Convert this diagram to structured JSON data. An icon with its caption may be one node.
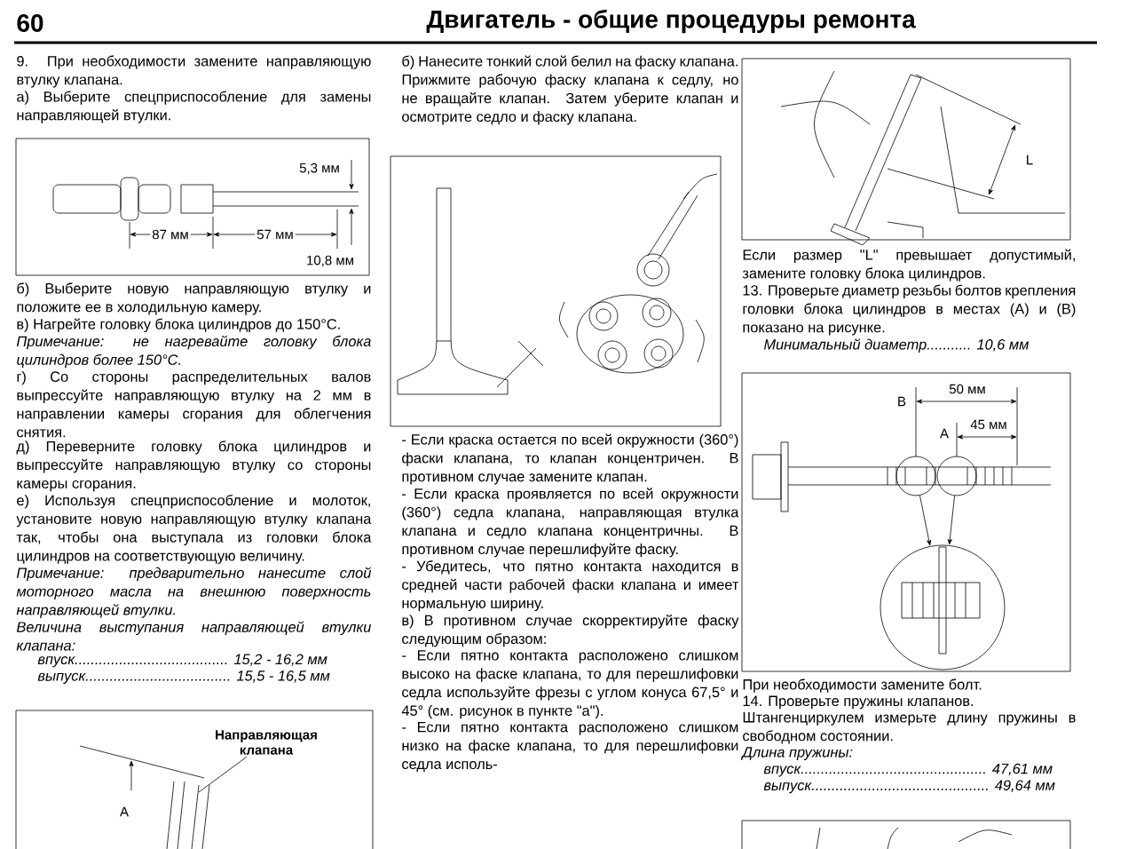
{
  "diagram": {
    "title": "Двигатель - общие процедуры ремонта",
    "nodes": [
      {
        "text": [
          "Направляющая клапана"
        ]
      },
      {
        "text": [],
        "shape": "circle"
      },
      {
        "text": [],
        "shape": "circle"
      },
      {
        "text": [],
        "shape": "circle"
      }
    ],
    "edges": [
      {
        "from": 0,
        "to": null,
        "arrow": "none"
      },
      {
        "from": 1,
        "to": 3,
        "arrow": "to"
      },
      {
        "from": 2,
        "to": 3,
        "arrow": "to"
      }
    ],
    "labels": [
      "60",
      "9. При необходимости замените направляющую втулку клапана.",
      "а) Выберите спецприспособление для замены направляющей втулки.",
      "5,3 мм",
      "87 мм",
      "57 мм",
      "10,8 мм",
      "б) Выберите новую направляющую втулку и положите ее в холодильную камеру.",
      "в) Нагрейте головку блока цилиндров до 150°C.",
      "Примечание: не нагревайте головку блока цилиндров более 150°C.",
      "г) Со стороны распределительных валов выпрессуйте направляющую втулку на 2 мм в направлении камеры сгорания для облегчения снятия.",
      "д) Переверните головку блока цилиндров и выпрессуйте направляющую втулку со стороны камеры сгорания.",
      "е) Используя спецприспособление и молоток, установите новую направляющую втулку клапана так, чтобы она выступала из головки блока цилиндров на соответствующую величину.",
      "Примечание: предварительно нанесите слой моторного масла на внешнюю поверхность направляющей втулки.",
      "Величина выступания направляющей втулки клапана:",
      "впуск...................................... 15,2 - 16,2 мм",
      "выпуск.................................... 15,5 - 16,5 мм",
      "A",
      "б) Нанесите тонкий слой белил на фаску клапана. Прижмите рабочую фаску клапана к седлу, но не вращайте клапан. Затем уберите клапан и осмотрите седло и фаску клапана.",
      "- Если краска остается по всей окружности (360°) фаски клапана, то клапан концентричен. В противном случае замените клапан.",
      "- Если краска проявляется по всей окружности (360°) седла клапана, направляющая втулка клапана и седло клапана концентричны. В противном случае перешлифуйте фаску.",
      "- Убедитесь, что пятно контакта находится в средней части рабочей фаски клапана и имеет нормальную ширину.",
      "в) В противном случае скорректируйте фаску следующим образом:",
      "- Если пятно контакта расположено слишком высоко на фаске клапана, то для перешлифовки седла используйте фрезы с углом конуса 67,5° и 45° (см. рисунок в пункте \"а\").",
      "- Если пятно контакта расположено слишком низко на фаске клапана, то для перешлифовки седла исполь-",
      "L",
      "Если размер \"L\" превышает допустимый, замените головку блока цилиндров.",
      "13. Проверьте диаметр резьбы болтов крепления головки блока цилиндров в местах (А) и (В) показано на рисунке.",
      "Минимальный диаметр........... 10,6 мм",
      "B",
      "50 мм",
      "A",
      "45 мм",
      "При необходимости замените болт.",
      "14. Проверьте пружины клапанов.",
      "Штангенциркулем измерьте длину пружины в свободном состоянии.",
      "Длина пружины:",
      "впуск.............................................. 47,61 мм",
      "выпуск............................................ 49,64 мм"
    ]
  }
}
